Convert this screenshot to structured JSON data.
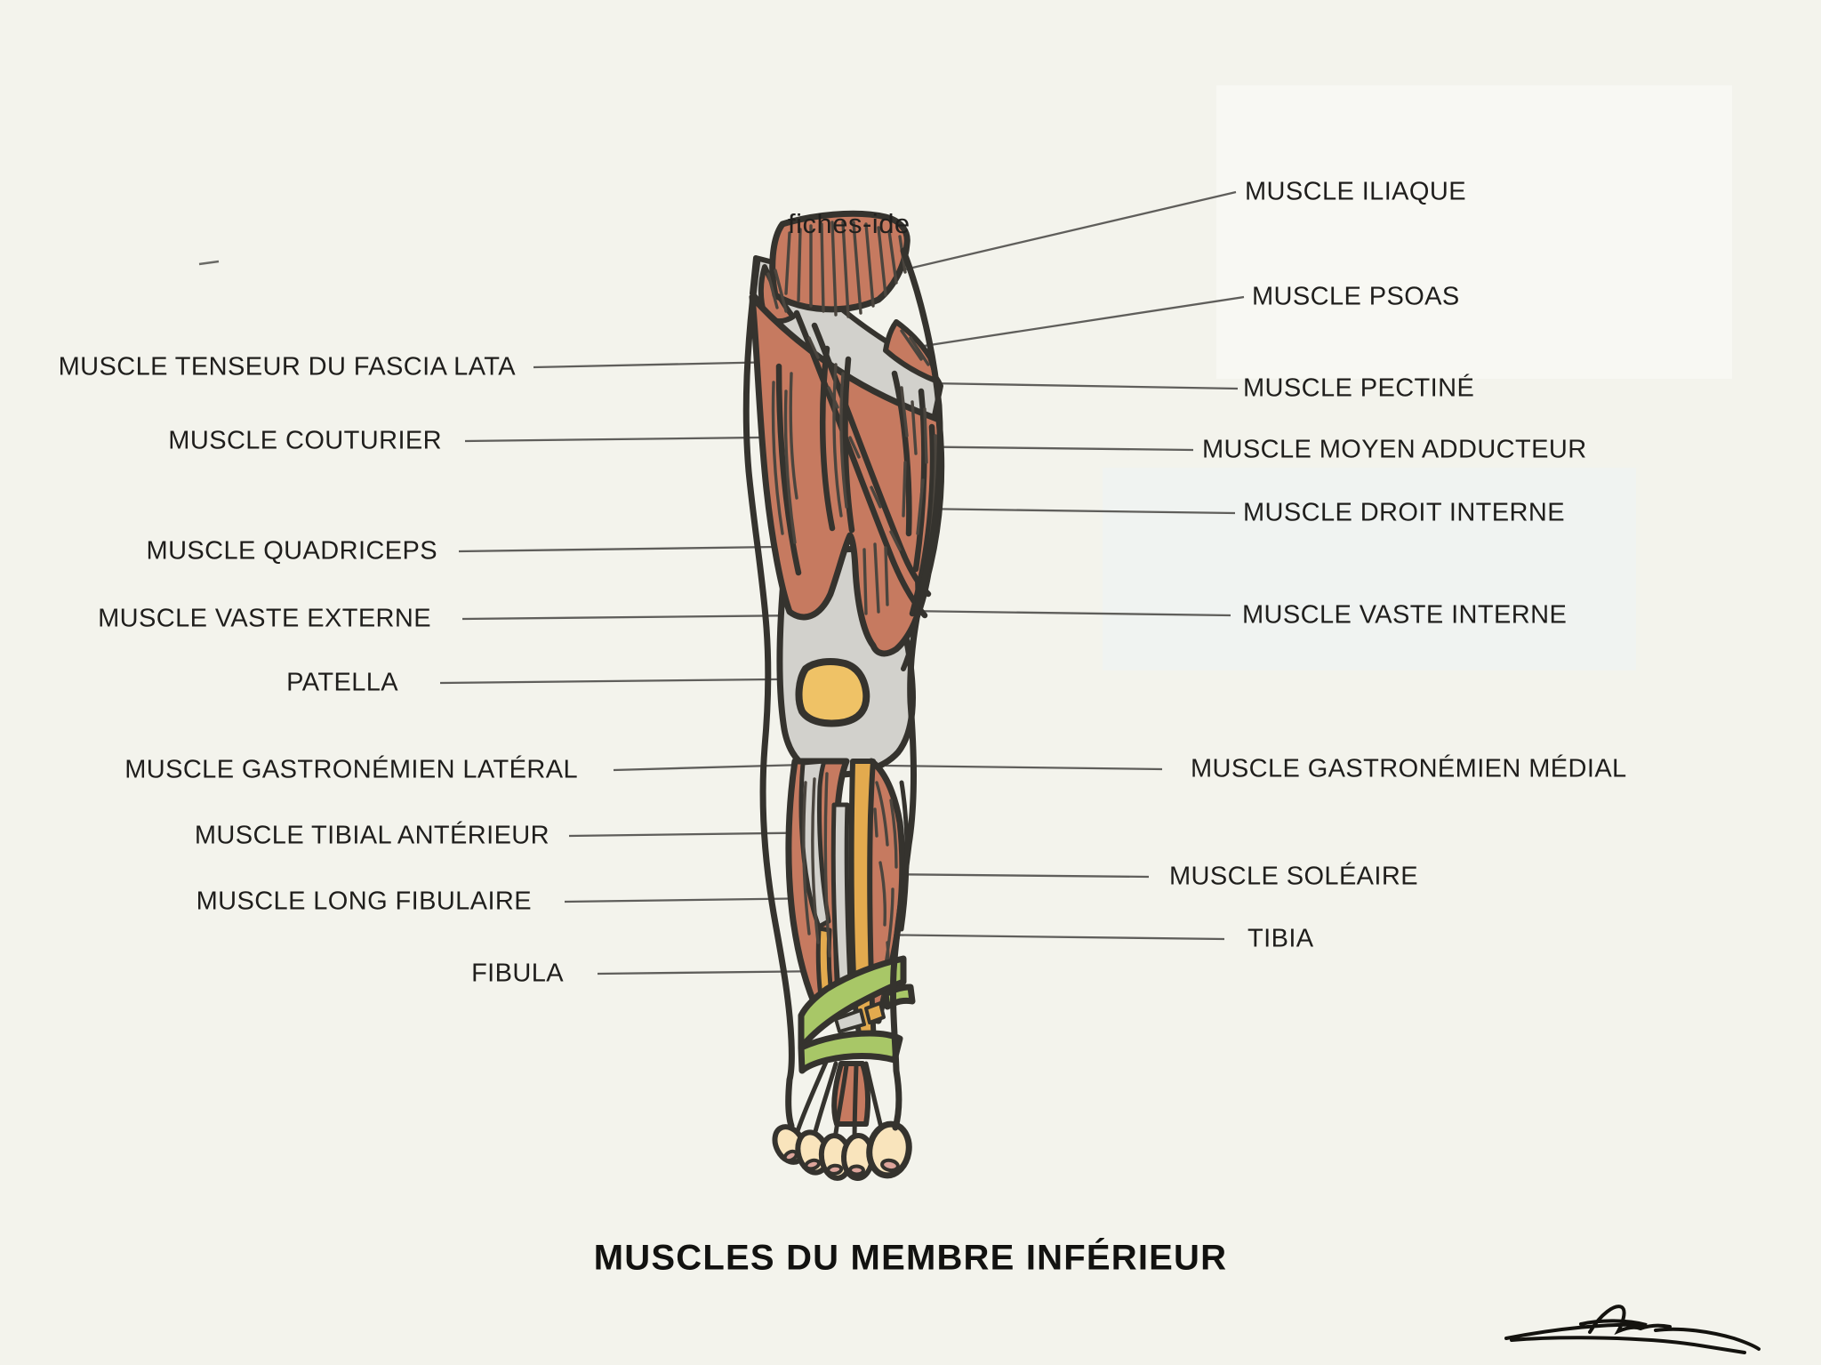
{
  "watermark": "fiches-ide",
  "title": "MUSCLES DU MEMBRE INFÉRIEUR",
  "left_labels": [
    {
      "text": "MUSCLE TENSEUR DU FASCIA LATA"
    },
    {
      "text": "MUSCLE COUTURIER"
    },
    {
      "text": "MUSCLE QUADRICEPS"
    },
    {
      "text": "MUSCLE VASTE EXTERNE"
    },
    {
      "text": "PATELLA"
    },
    {
      "text": "MUSCLE GASTRONÉMIEN LATÉRAL"
    },
    {
      "text": "MUSCLE TIBIAL ANTÉRIEUR"
    },
    {
      "text": "MUSCLE LONG FIBULAIRE"
    },
    {
      "text": "FIBULA"
    }
  ],
  "right_labels": [
    {
      "text": "MUSCLE ILIAQUE"
    },
    {
      "text": "MUSCLE PSOAS"
    },
    {
      "text": "MUSCLE PECTINÉ"
    },
    {
      "text": "MUSCLE MOYEN ADDUCTEUR"
    },
    {
      "text": "MUSCLE DROIT INTERNE"
    },
    {
      "text": "MUSCLE VASTE INTERNE"
    },
    {
      "text": "MUSCLE GASTRONÉMIEN MÉDIAL"
    },
    {
      "text": "MUSCLE SOLÉAIRE"
    },
    {
      "text": "TIBIA"
    }
  ],
  "colors": {
    "background": "#f3f3ec",
    "muscle": "#c67a60",
    "tendon_grey": "#d2d1cc",
    "patella_yellow": "#efc266",
    "tibia_orange": "#e3aa4e",
    "ligament_green": "#a8c767",
    "skin": "#f9e4bc",
    "nail_pink": "#dda49b",
    "outline": "#35332e",
    "leader_line": "#5f5e5b"
  }
}
